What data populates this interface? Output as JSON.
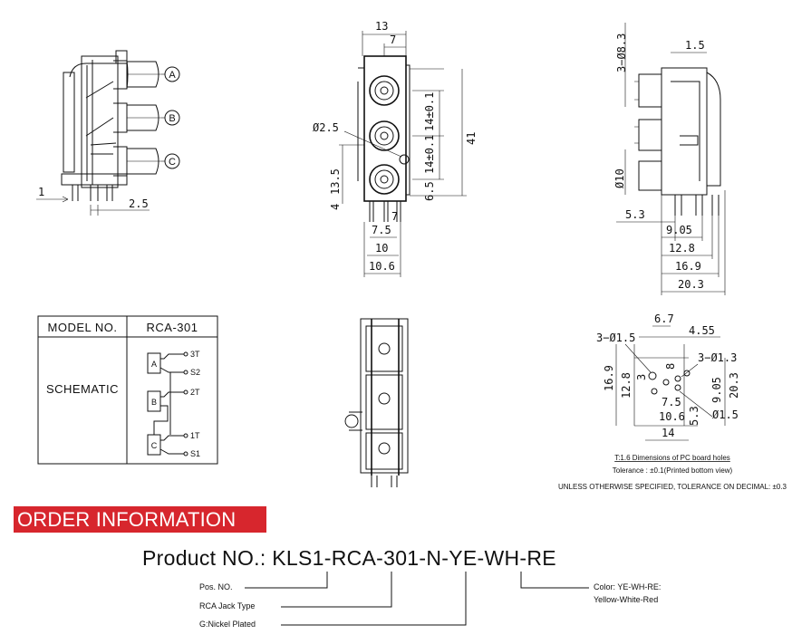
{
  "views": {
    "side_view": {
      "callouts": [
        "A",
        "B",
        "C"
      ],
      "dims": [
        "1",
        "2.5"
      ]
    },
    "front_view": {
      "dims": [
        "13",
        "7",
        "Ø2.5",
        "14±0.1",
        "14±0.1",
        "41",
        "13.5",
        "4",
        "6.5",
        "7",
        "7.5",
        "10",
        "10.6"
      ]
    },
    "right_view": {
      "dims": [
        "3−Ø8.3",
        "1.5",
        "Ø10",
        "5.3",
        "9.05",
        "12.8",
        "16.9",
        "20.3"
      ]
    },
    "pcb_view": {
      "dims": [
        "6.7",
        "4.55",
        "3−Ø1.5",
        "3−Ø1.3",
        "16.9",
        "12.8",
        "3",
        "8",
        "20.3",
        "9.05",
        "Ø1.5",
        "7.5",
        "10.6",
        "5.3",
        "14"
      ],
      "title": "T:1.6 Dimensions of PC board holes",
      "tolerance": "Tolerance : ±0.1(Printed bottom view)"
    }
  },
  "note": "UNLESS OTHERWISE SPECIFIED, TOLERANCE ON DECIMAL: ±0.3",
  "spec_table": {
    "model_label": "MODEL NO.",
    "model_value": "RCA-301",
    "schematic_label": "SCHEMATIC",
    "pins": [
      "3T",
      "S2",
      "2T",
      "1T",
      "S1"
    ],
    "blocks": [
      "A",
      "B",
      "C"
    ]
  },
  "order": {
    "banner": "ORDER INFORMATION",
    "product_prefix": "Product NO.:",
    "parts": [
      "KLS1",
      "-",
      "RCA-301",
      "-",
      "N",
      "-",
      "YE-WH-RE"
    ],
    "labels": {
      "pos": "Pos. NO.",
      "jack": "RCA Jack Type",
      "plating": "G:Nickel Plated",
      "color": "Color: YE-WH-RE:",
      "color_desc": "Yellow-White-Red"
    }
  }
}
